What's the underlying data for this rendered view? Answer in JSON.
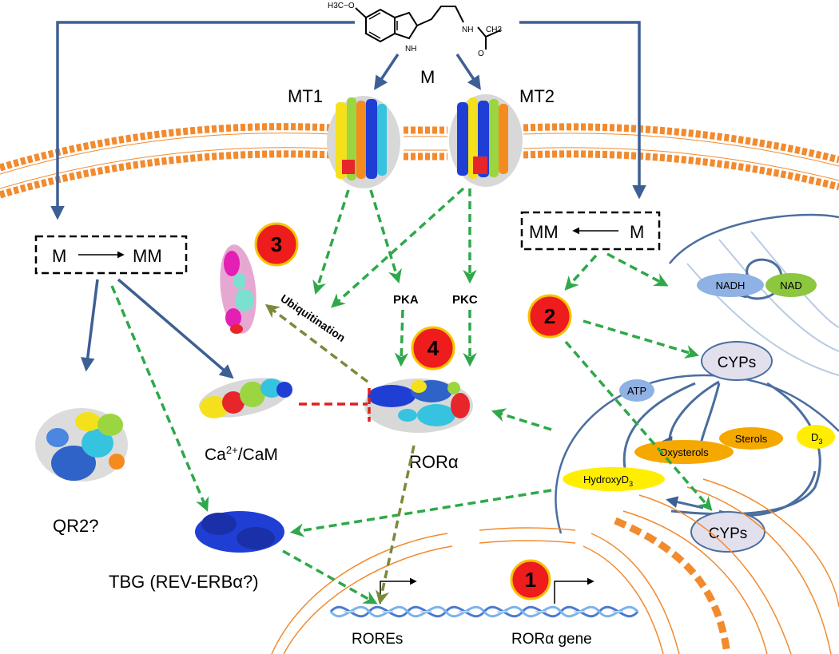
{
  "molecule": {
    "methoxy": "H3C−O",
    "nh": "NH",
    "nh_amide": "NH",
    "ch3": "CH3",
    "o": "O",
    "label": "M"
  },
  "receptors": {
    "mt1": "MT1",
    "mt2": "MT2"
  },
  "boxes": {
    "left": {
      "from": "M",
      "to": "MM"
    },
    "right": {
      "from": "M",
      "to": "MM"
    }
  },
  "kinases": {
    "pka": "PKA",
    "pkc": "PKC"
  },
  "process": {
    "ubiquitination": "Ubiquitination"
  },
  "proteins": {
    "cam": {
      "prefix": "Ca",
      "sup": "2+",
      "suffix": "/CaM"
    },
    "qr2": "QR2?",
    "tbg": "TBG (REV-ERBα?)",
    "ror": "RORα"
  },
  "mito": {
    "nadh": "NADH",
    "nad": "NAD",
    "cyps_top": "CYPs",
    "cyps_bottom": "CYPs",
    "atp": "ATP",
    "sterols": "Sterols",
    "oxysterols": "Oxysterols",
    "d3": {
      "base": "D",
      "sub": "3"
    },
    "hydroxyd3": {
      "base": "HydroxyD",
      "sub": "3"
    }
  },
  "nucleus": {
    "rores": "ROREs",
    "ror_gene": "RORα gene"
  },
  "markers": [
    "1",
    "2",
    "3",
    "4"
  ],
  "colors": {
    "signal_arrow": "#3d5f94",
    "green_arrow": "#2ea84a",
    "olive_arrow": "#7a8a3a",
    "inhibition": "#e0201c",
    "membrane": "#f28a2e",
    "marker_fill": "#ee1c1c",
    "marker_ring": "#f5c400",
    "nadh": "#8fb1e3",
    "nad": "#8dc63f",
    "cyps": "#e3e0ee",
    "sterol_orange": "#f5a800",
    "d3_yellow": "#ffee00"
  }
}
